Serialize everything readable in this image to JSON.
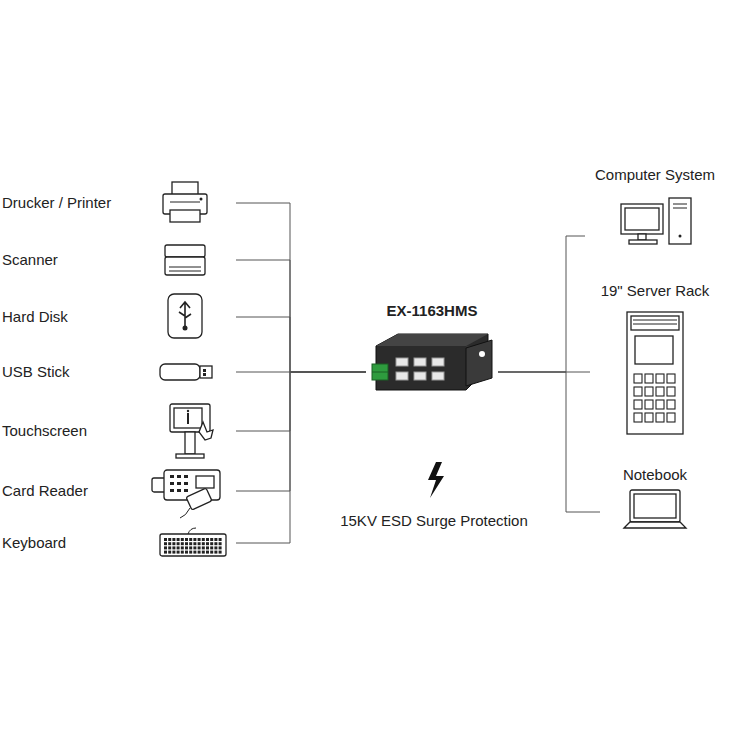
{
  "diagram": {
    "nodes": [
      {
        "text": [
          "Drucker / Printer"
        ]
      },
      {
        "text": [
          "Scanner"
        ]
      },
      {
        "text": [
          "Hard Disk"
        ]
      },
      {
        "text": [
          "USB Stick"
        ]
      },
      {
        "text": [
          "Touchscreen"
        ]
      },
      {
        "text": [
          "Card Reader"
        ]
      },
      {
        "text": [
          "Keyboard"
        ]
      },
      {
        "text": [
          "EX-1163HMS"
        ]
      },
      {
        "text": [
          "Computer System"
        ]
      },
      {
        "text": [
          "19\" Server Rack"
        ]
      },
      {
        "text": [
          "Notebook"
        ]
      }
    ],
    "edges": [
      {
        "from": 7,
        "to": 0,
        "arrow": "none"
      },
      {
        "from": 7,
        "to": 1,
        "arrow": "none"
      },
      {
        "from": 7,
        "to": 2,
        "arrow": "none"
      },
      {
        "from": 7,
        "to": 3,
        "arrow": "none"
      },
      {
        "from": 7,
        "to": 4,
        "arrow": "none"
      },
      {
        "from": 7,
        "to": 5,
        "arrow": "none"
      },
      {
        "from": 7,
        "to": 6,
        "arrow": "none"
      },
      {
        "from": 7,
        "to": 8,
        "arrow": "none"
      },
      {
        "from": 7,
        "to": 9,
        "arrow": "none"
      },
      {
        "from": 7,
        "to": 10,
        "arrow": "none"
      }
    ],
    "labels": [
      "15KV ESD Surge Protection"
    ]
  }
}
